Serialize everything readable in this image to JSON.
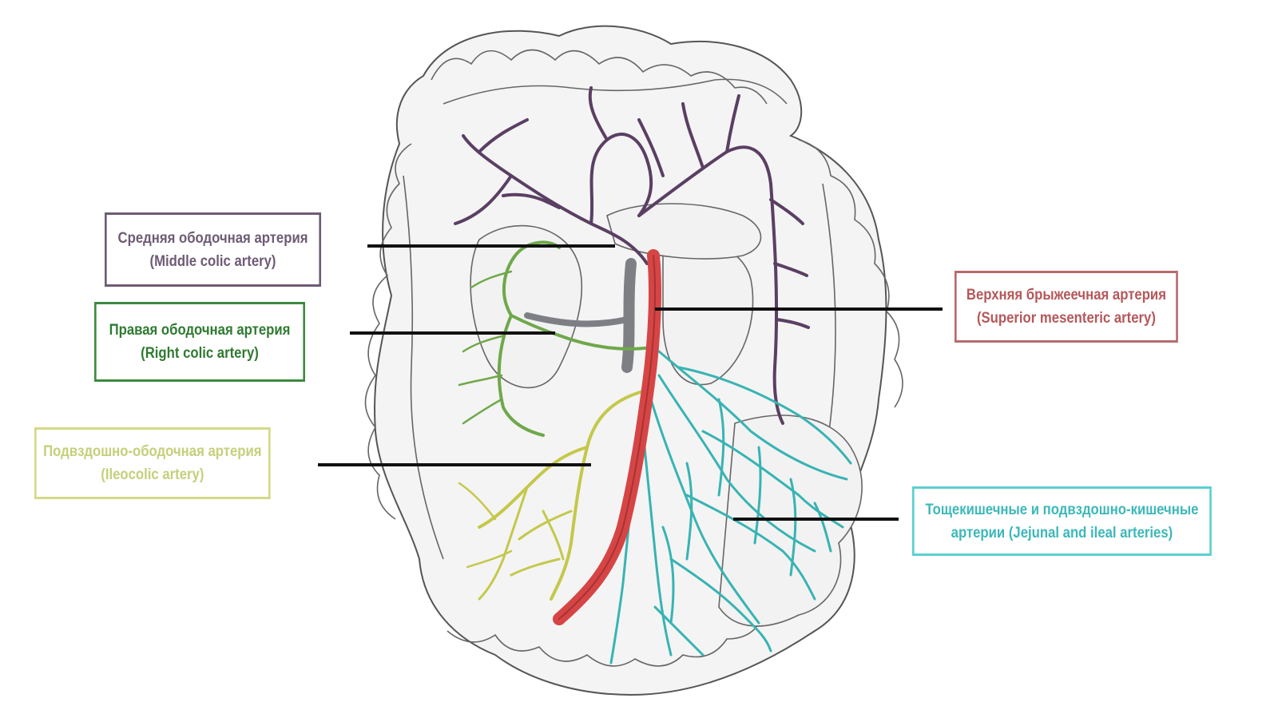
{
  "labels": {
    "middle_colic": {
      "ru": "Средняя ободочная артерия",
      "en": "(Middle colic artery)",
      "color": "#6e5b75"
    },
    "right_colic": {
      "ru": "Правая ободочная артерия",
      "en": "(Right colic artery)",
      "color": "#2f7a31"
    },
    "ileocolic": {
      "ru": "Подвздошно-ободочная артерия",
      "en": "(Ileocolic artery)",
      "color": "#c6cf7a"
    },
    "superior_mesenteric": {
      "ru": "Верхняя брыжеечная артерия",
      "en": "(Superior mesenteric artery)",
      "color": "#b5575a"
    },
    "jejunal_ileal": {
      "ru": "Тощекишечные и подвздошно-кишечные",
      "en": "артерии (Jejunal and ileal arteries)",
      "color": "#3cb8b9"
    }
  },
  "vessel_colors": {
    "middle_colic": "#5a3f63",
    "right_colic": "#6fa84a",
    "ileocolic": "#c4c84a",
    "superior_mesenteric": "#d64545",
    "jejunal_ileal": "#38b3b3",
    "vein": "#7d7f85"
  }
}
